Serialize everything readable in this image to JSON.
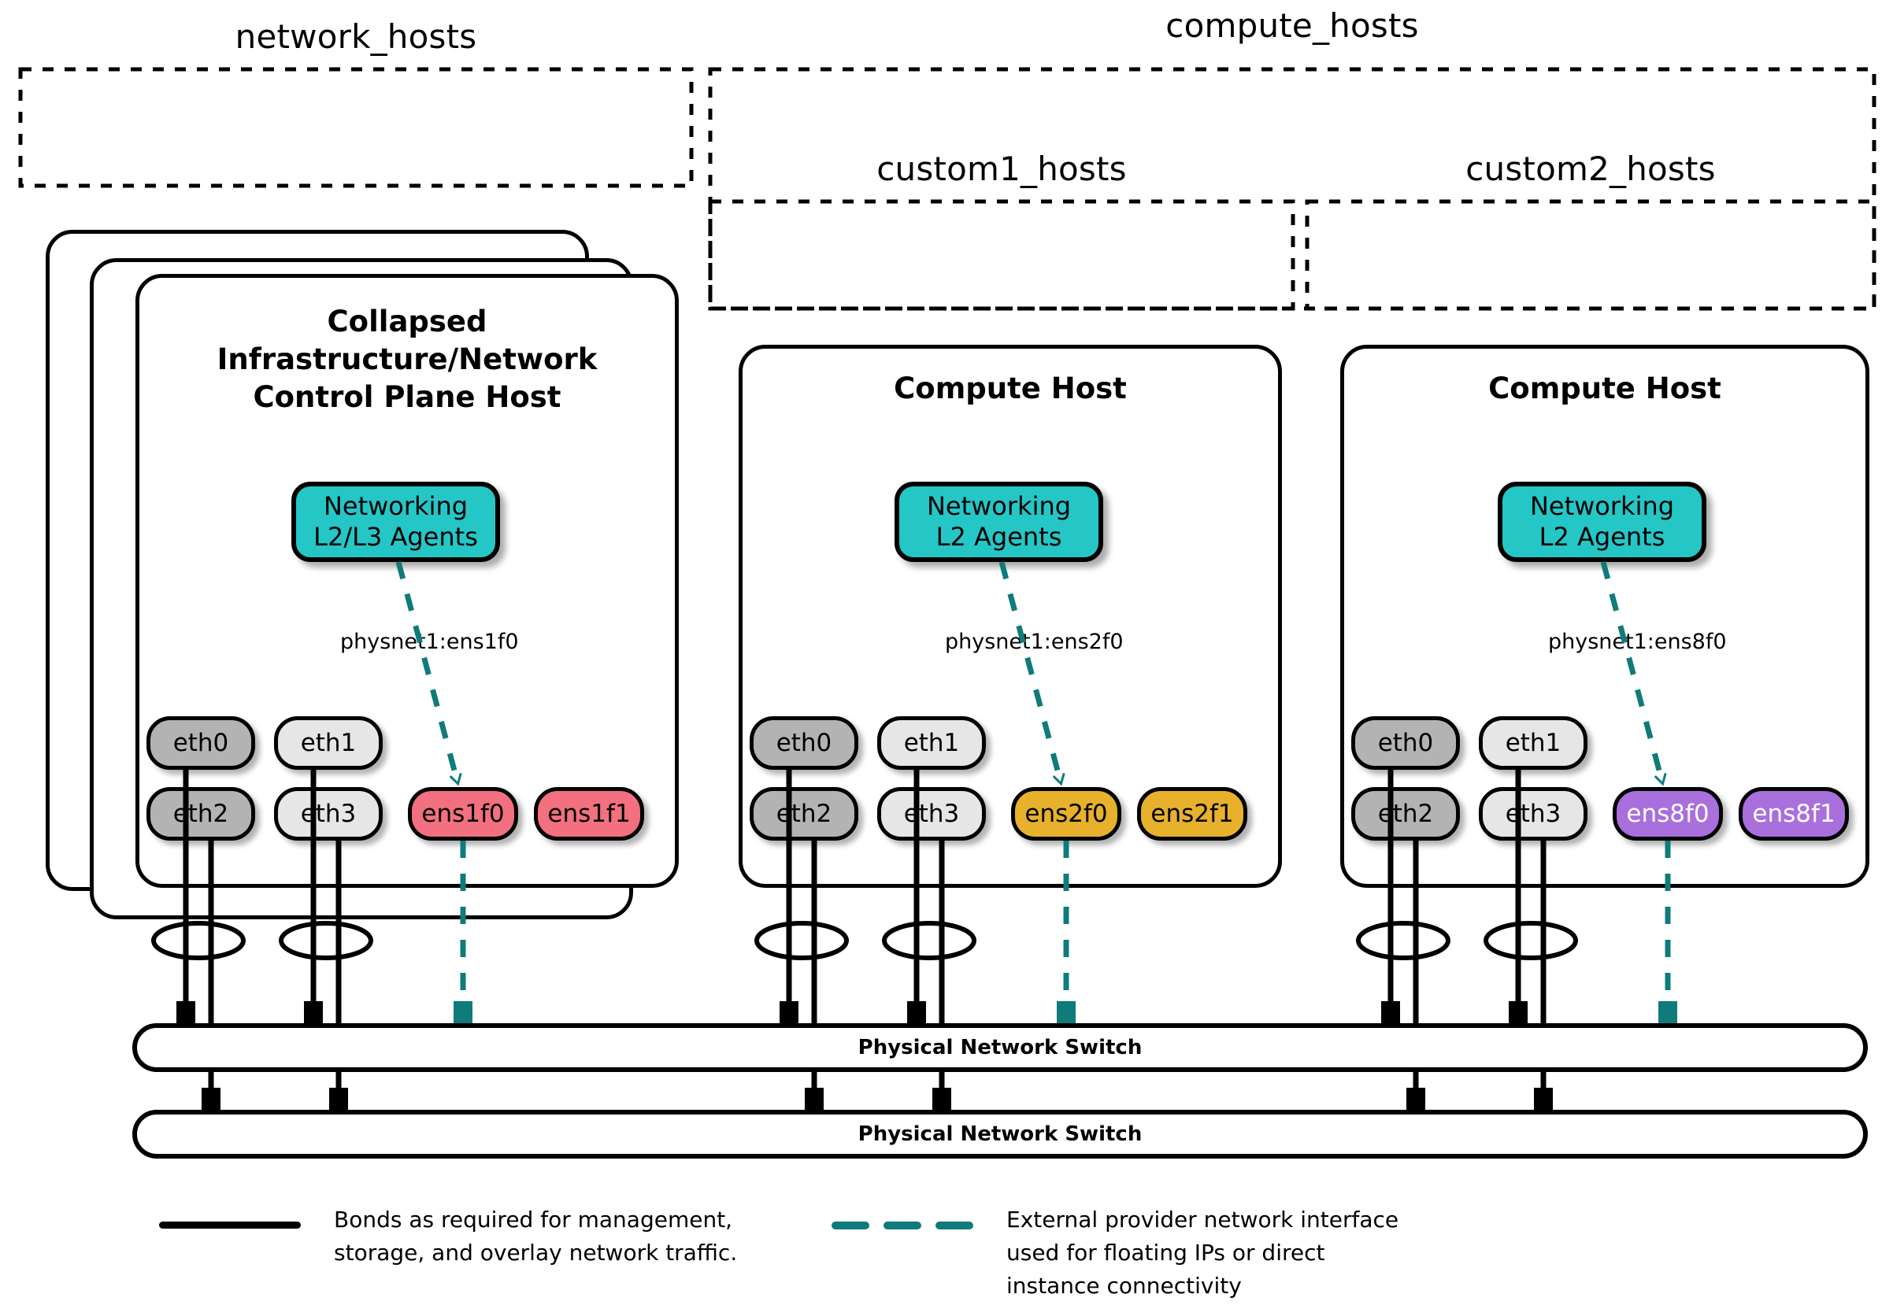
{
  "diagram": {
    "title": "OpenStack network host and compute host NIC layout",
    "groups": [
      {
        "id": "network_hosts",
        "label": "network_hosts"
      },
      {
        "id": "compute_hosts",
        "label": "compute_hosts"
      },
      {
        "id": "custom1_hosts",
        "label": "custom1_hosts"
      },
      {
        "id": "custom2_hosts",
        "label": "custom2_hosts"
      }
    ],
    "hosts": [
      {
        "id": "collapsed-control-plane-host",
        "title": "Collapsed\nInfrastructure/Network\nControl Plane Host",
        "title_line1": "Collapsed",
        "title_line2": "Infrastructure/Network",
        "title_line3": "Control Plane Host",
        "stacked": true,
        "stack_count": 3,
        "agent": {
          "line1": "Networking",
          "line2": "L2/L3 Agents"
        },
        "physnet_label": "physnet1:ens1f0",
        "nics_top": [
          {
            "label": "eth0",
            "style": "dark"
          },
          {
            "label": "eth1",
            "style": "light"
          }
        ],
        "nics_bottom": [
          {
            "label": "eth2",
            "style": "dark"
          },
          {
            "label": "eth3",
            "style": "light"
          },
          {
            "label": "ens1f0",
            "style": "pink"
          },
          {
            "label": "ens1f1",
            "style": "pink"
          }
        ],
        "provider_nic": "ens1f0"
      },
      {
        "id": "compute-host-1",
        "title": "Compute Host",
        "title_line1": "Compute Host",
        "stacked": false,
        "stack_count": 1,
        "agent": {
          "line1": "Networking",
          "line2": "L2 Agents"
        },
        "physnet_label": "physnet1:ens2f0",
        "nics_top": [
          {
            "label": "eth0",
            "style": "dark"
          },
          {
            "label": "eth1",
            "style": "light"
          }
        ],
        "nics_bottom": [
          {
            "label": "eth2",
            "style": "dark"
          },
          {
            "label": "eth3",
            "style": "light"
          },
          {
            "label": "ens2f0",
            "style": "gold"
          },
          {
            "label": "ens2f1",
            "style": "gold"
          }
        ],
        "provider_nic": "ens2f0"
      },
      {
        "id": "compute-host-2",
        "title": "Compute Host",
        "title_line1": "Compute Host",
        "stacked": false,
        "stack_count": 1,
        "agent": {
          "line1": "Networking",
          "line2": "L2 Agents"
        },
        "physnet_label": "physnet1:ens8f0",
        "nics_top": [
          {
            "label": "eth0",
            "style": "dark"
          },
          {
            "label": "eth1",
            "style": "light"
          }
        ],
        "nics_bottom": [
          {
            "label": "eth2",
            "style": "dark"
          },
          {
            "label": "eth3",
            "style": "light"
          },
          {
            "label": "ens8f0",
            "style": "purple"
          },
          {
            "label": "ens8f1",
            "style": "purple"
          }
        ],
        "provider_nic": "ens8f0"
      }
    ],
    "switches": [
      {
        "id": "switch-top",
        "label": "Physical Network Switch"
      },
      {
        "id": "switch-bottom",
        "label": "Physical Network Switch"
      }
    ],
    "legend": [
      {
        "id": "legend-bonds",
        "style": "solid",
        "color": "#000000",
        "line1": "Bonds as required for management,",
        "line2": "storage, and overlay network traffic.",
        "line3": ""
      },
      {
        "id": "legend-provider",
        "style": "dashed",
        "color": "#0f7b7b",
        "line1": "External provider network interface",
        "line2": "used for floating IPs or direct",
        "line3": "instance connectivity"
      }
    ],
    "colors": {
      "agent_teal": "#25c6c6",
      "provider_line": "#0f7b7b",
      "nic_dark": "#b3b3b3",
      "nic_light": "#e6e6e6",
      "nic_pink": "#f2707f",
      "nic_gold": "#e8b12c",
      "nic_purple": "#a96fdd",
      "outline": "#000000"
    }
  }
}
